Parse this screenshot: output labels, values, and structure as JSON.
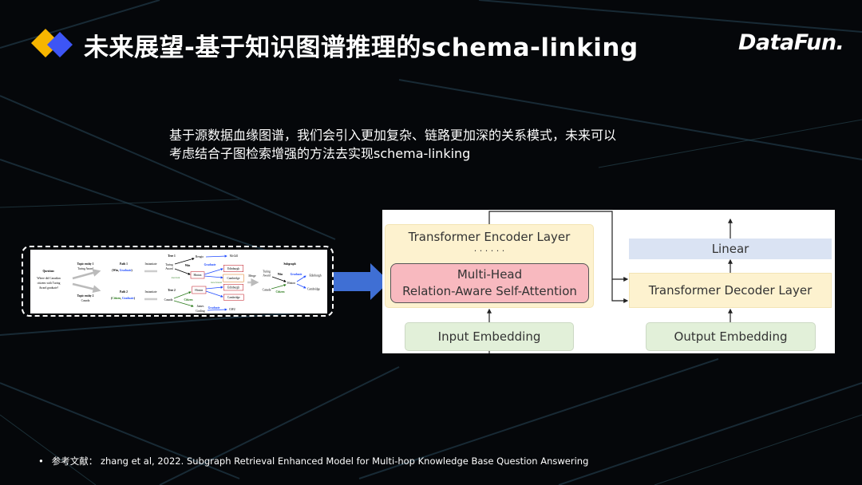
{
  "header": {
    "title": "未来展望-基于知识图谱推理的schema-linking",
    "logo": "DataFun."
  },
  "body": {
    "text": "基于源数据血缘图谱，我们会引入更加复杂、链路更加深的关系模式，未来可以考虑结合子图检索增强的方法去实现schema-linking"
  },
  "left_figure": {
    "question_label": "Question:",
    "question_lines": [
      "Where did Canadian",
      "citizens with Turing",
      "Award graduate?"
    ],
    "topic1_label": "Topic entity 1",
    "topic1_value": "Turing Award",
    "topic2_label": "Topic entity 2",
    "topic2_value": "Canada",
    "path1_label": "Path 1",
    "path1_open": "(Win, ",
    "path1_grad": "Graduate",
    "path1_close": ")",
    "path2_label": "Path 2",
    "path2_open": "(",
    "path2_cit": "Citizen",
    "path2_comma": ", ",
    "path2_grad": "Graduate",
    "path2_close": ")",
    "instantiate": "Instantiate",
    "tree1": "Tree 1",
    "tree2": "Tree 2",
    "turing": "Turing",
    "award": "Award",
    "bengio": "Bengio",
    "mcgill": "McGill",
    "win": "Win",
    "graduate": "Graduate",
    "hinton": "Hinton",
    "edinburgh": "Edinburgh",
    "cambridge": "Cambridge",
    "trace_back": "trace back",
    "trace_forward": "trace forward",
    "canada": "Canada",
    "citizen": "Citizen",
    "james": "James",
    "gosling": "Gosling",
    "cmu": "CMU",
    "merge": "Merge",
    "subgraph": "Subgraph"
  },
  "right_figure": {
    "encoder": "Transformer Encoder Layer",
    "dots": "· · ·   · · ·",
    "attention_1": "Multi-Head",
    "attention_2": "Relation-Aware Self-Attention",
    "input_embedding": "Input Embedding",
    "linear": "Linear",
    "decoder": "Transformer Decoder Layer",
    "output_embedding": "Output Embedding"
  },
  "footer": {
    "bullet": "•",
    "reference": "参考文献： zhang et al, 2022. Subgraph Retrieval Enhanced Model for Multi-hop Knowledge Base Question Answering"
  },
  "colors": {
    "yellow": "#f7b500",
    "blue": "#3d55f5",
    "arrow": "#3f6fd4"
  }
}
